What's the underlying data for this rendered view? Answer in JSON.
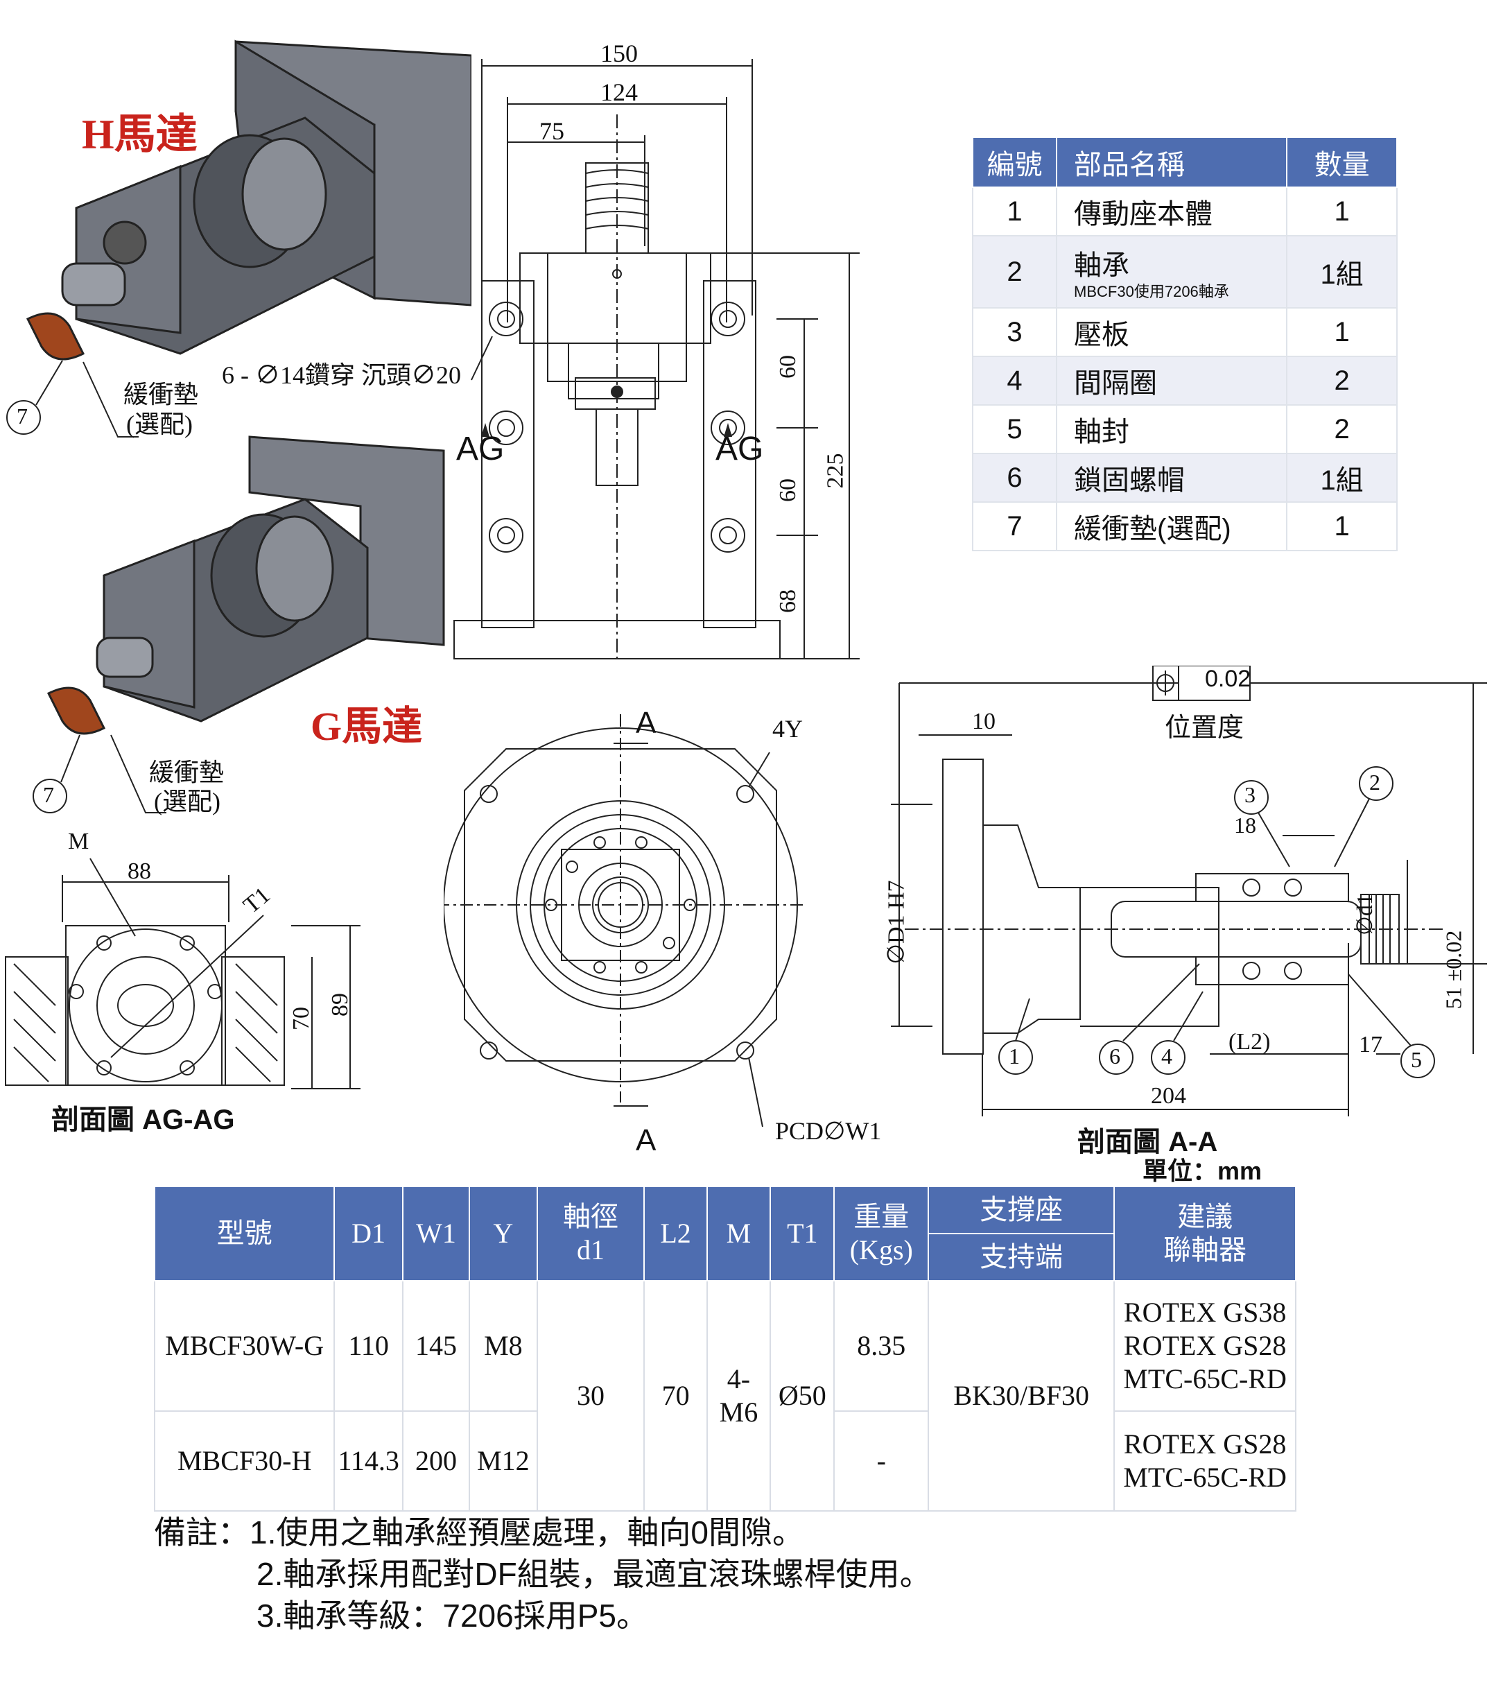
{
  "labels": {
    "h_motor": "H馬達",
    "g_motor": "G馬達",
    "buffer_pad_top": "緩衝墊",
    "buffer_pad_opt_top": "(選配)",
    "buffer_pad_bottom": "緩衝墊",
    "buffer_pad_opt_bottom": "(選配)",
    "callout_7": "7",
    "hole_note": "6 - ∅14鑽穿 沉頭∅20",
    "dim_150": "150",
    "dim_124": "124",
    "dim_75": "75",
    "dim_60a": "60",
    "dim_60b": "60",
    "dim_68": "68",
    "dim_225": "225",
    "ag_left": "AG",
    "ag_right": "AG",
    "a_top": "A",
    "a_bottom": "A",
    "dim_4y": "4Y",
    "pcd": "PCD∅W1",
    "section_ag": "剖面圖 AG-AG",
    "dim_m": "M",
    "dim_88": "88",
    "dim_t1": "T1",
    "dim_70": "70",
    "dim_89": "89",
    "tolerance_val": "0.02",
    "position_label": "位置度",
    "dim_10": "10",
    "dim_d1h7": "∅D1 H7",
    "dim_18": "18",
    "dim_d1small": "∅d1",
    "dim_l2": "(L2)",
    "dim_17": "17",
    "dim_204": "204",
    "dim_51": "51 ±0.02",
    "section_aa": "剖面圖 A-A",
    "unit": "單位：mm",
    "c1": "1",
    "c2": "2",
    "c3": "3",
    "c4": "4",
    "c5": "5",
    "c6": "6"
  },
  "parts_table": {
    "headers": [
      "編號",
      "部品名稱",
      "數量"
    ],
    "rows": [
      {
        "no": "1",
        "name": "傳動座本體",
        "note": "",
        "qty": "1"
      },
      {
        "no": "2",
        "name": "軸承",
        "note": "MBCF30使用7206軸承",
        "qty": "1組"
      },
      {
        "no": "3",
        "name": "壓板",
        "note": "",
        "qty": "1"
      },
      {
        "no": "4",
        "name": "間隔圈",
        "note": "",
        "qty": "2"
      },
      {
        "no": "5",
        "name": "軸封",
        "note": "",
        "qty": "2"
      },
      {
        "no": "6",
        "name": "鎖固螺帽",
        "note": "",
        "qty": "1組"
      },
      {
        "no": "7",
        "name": "緩衝墊(選配)",
        "note": "",
        "qty": "1"
      }
    ]
  },
  "spec_table": {
    "h_model": "型號",
    "h_d1": "D1",
    "h_w1": "W1",
    "h_y": "Y",
    "h_shaft_1": "軸徑",
    "h_shaft_2": "d1",
    "h_l2": "L2",
    "h_m": "M",
    "h_t1": "T1",
    "h_weight_1": "重量",
    "h_weight_2": "(Kgs)",
    "h_support_1": "支撐座",
    "h_support_2": "支持端",
    "h_coupling_1": "建議",
    "h_coupling_2": "聯軸器",
    "r1": {
      "model": "MBCF30W-G",
      "d1": "110",
      "w1": "145",
      "y": "M8",
      "weight": "8.35",
      "coupling_1": "ROTEX GS38",
      "coupling_2": "ROTEX GS28",
      "coupling_3": "MTC-65C-RD"
    },
    "r2": {
      "model": "MBCF30-H",
      "d1": "114.3",
      "w1": "200",
      "y": "M12",
      "weight": "-",
      "coupling_1": "ROTEX GS28",
      "coupling_2": "MTC-65C-RD"
    },
    "shared": {
      "shaft": "30",
      "l2": "70",
      "m": "4-M6",
      "t1": "Ø50",
      "support": "BK30/BF30"
    }
  },
  "notes": {
    "n1": "備註：1.使用之軸承經預壓處理，軸向0間隙。",
    "n2": "2.軸承採用配對DF組裝，最適宜滾珠螺桿使用。",
    "n3": "3.軸承等級：7206採用P5。"
  },
  "colors": {
    "header_blue": "#4e6db0",
    "motor_red": "#c9231c",
    "body_gray": "#6d717a"
  }
}
